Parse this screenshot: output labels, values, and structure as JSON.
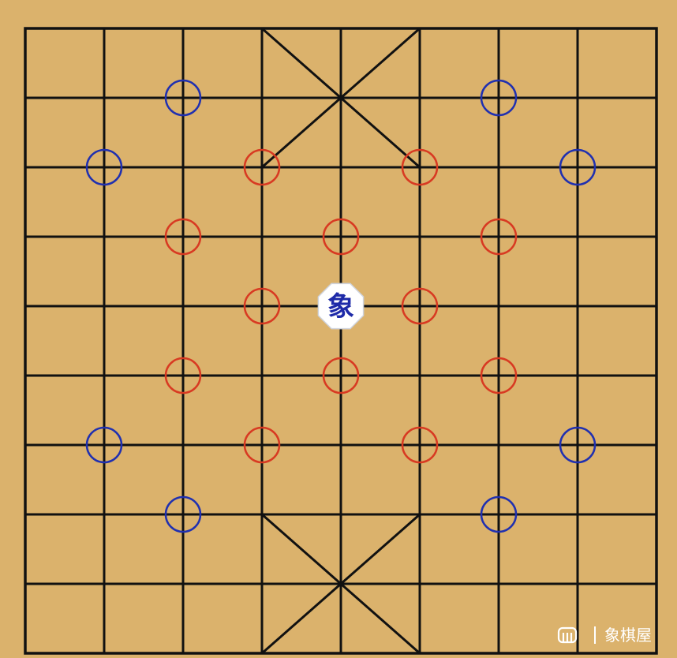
{
  "board": {
    "files": 9,
    "ranks": 10,
    "line_color": "#111111",
    "background_color": "#dbb26c"
  },
  "selected_piece": {
    "name": "elephant",
    "char": "象",
    "side": "blue",
    "color": "#1e2aa8",
    "file": 4,
    "rank": 4
  },
  "red_markers": [
    {
      "file": 3,
      "rank": 2
    },
    {
      "file": 5,
      "rank": 2
    },
    {
      "file": 2,
      "rank": 3
    },
    {
      "file": 4,
      "rank": 3
    },
    {
      "file": 6,
      "rank": 3
    },
    {
      "file": 3,
      "rank": 4
    },
    {
      "file": 5,
      "rank": 4
    },
    {
      "file": 2,
      "rank": 5
    },
    {
      "file": 4,
      "rank": 5
    },
    {
      "file": 6,
      "rank": 5
    },
    {
      "file": 3,
      "rank": 6
    },
    {
      "file": 5,
      "rank": 6
    }
  ],
  "blue_markers": [
    {
      "file": 2,
      "rank": 1
    },
    {
      "file": 6,
      "rank": 1
    },
    {
      "file": 1,
      "rank": 2
    },
    {
      "file": 7,
      "rank": 2
    },
    {
      "file": 1,
      "rank": 6
    },
    {
      "file": 7,
      "rank": 6
    },
    {
      "file": 2,
      "rank": 7
    },
    {
      "file": 6,
      "rank": 7
    }
  ],
  "marker_colors": {
    "red": "#d83a22",
    "blue": "#2030b0"
  },
  "watermark": {
    "text": "象棋屋",
    "icon": "chess-house-icon"
  }
}
